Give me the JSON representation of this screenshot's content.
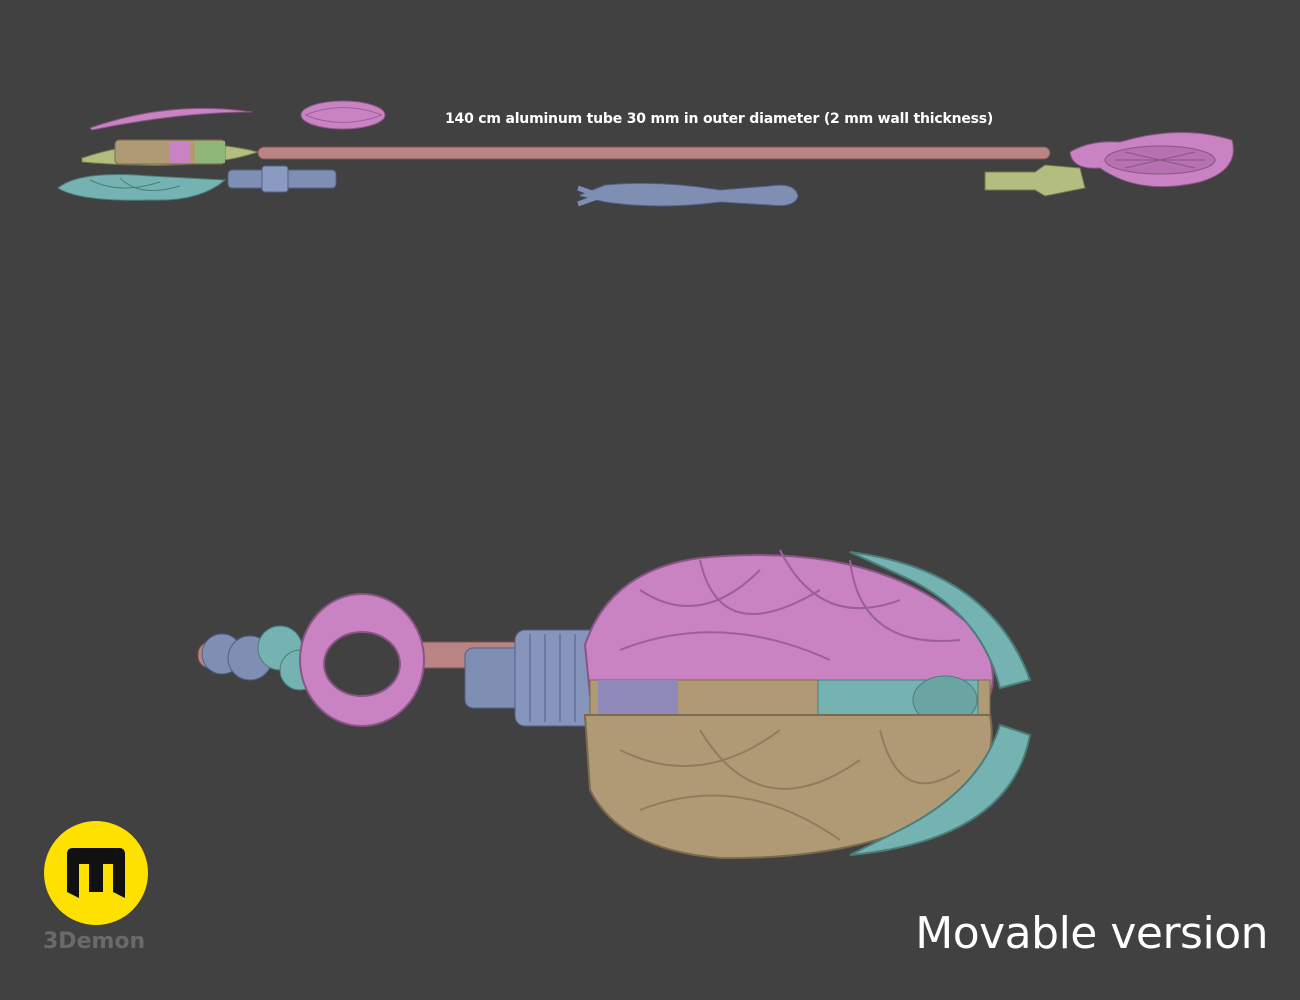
{
  "caption": "140 cm aluminum tube 30 mm in outer diameter (2 mm wall thickness)",
  "footer_title": "Movable version",
  "brand": {
    "name": "3Demon",
    "logo_icon": "3demon-logo-icon",
    "logo_color": "#ffe100"
  },
  "colors": {
    "background": "#414141",
    "pink": "#c982c2",
    "teal": "#74b3b1",
    "tan": "#b09a75",
    "blue_grey": "#7f8fb4",
    "rod": "#b98584",
    "lime": "#b3bd7f"
  }
}
